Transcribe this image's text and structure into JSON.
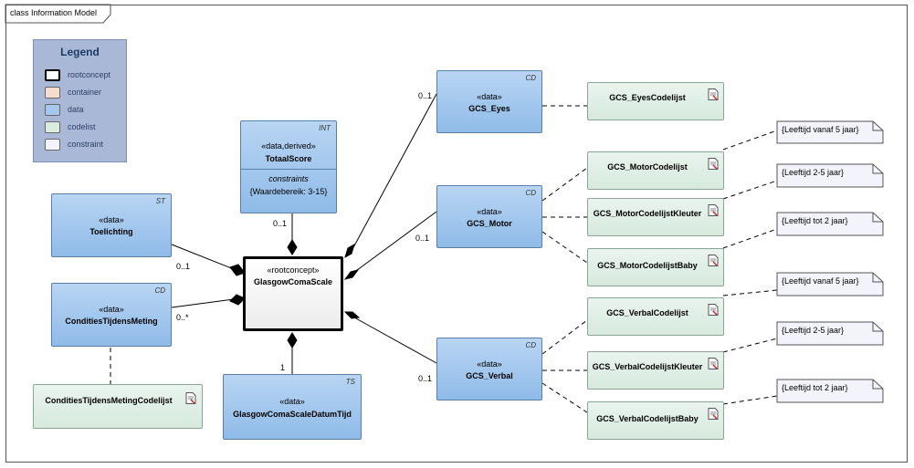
{
  "frame": {
    "title": "class Information Model"
  },
  "legend": {
    "title": "Legend",
    "items": [
      {
        "label": "rootconcept",
        "color": "#ffffff"
      },
      {
        "label": "container",
        "color": "#f4dccf"
      },
      {
        "label": "data",
        "color": "#a4c8ef"
      },
      {
        "label": "codelist",
        "color": "#d9ecdf"
      },
      {
        "label": "constraint",
        "color": "#f3f3fb"
      }
    ]
  },
  "classes": {
    "totaalscore": {
      "tag": "INT",
      "stereotype": "«data,derived»",
      "name": "TotaalScore",
      "constraints_label": "constraints",
      "constraint": "{Waardebereik: 3-15}"
    },
    "toelichting": {
      "tag": "ST",
      "stereotype": "«data»",
      "name": "Toelichting"
    },
    "condities": {
      "tag": "CD",
      "stereotype": "«data»",
      "name": "ConditiesTijdensMeting"
    },
    "root": {
      "stereotype": "«rootconcept»",
      "name": "GlasgowComaScale"
    },
    "datumtijd": {
      "tag": "TS",
      "stereotype": "«data»",
      "name": "GlasgowComaScaleDatumTijd"
    },
    "eyes": {
      "tag": "CD",
      "stereotype": "«data»",
      "name": "GCS_Eyes"
    },
    "motor": {
      "tag": "CD",
      "stereotype": "«data»",
      "name": "GCS_Motor"
    },
    "verbal": {
      "tag": "CD",
      "stereotype": "«data»",
      "name": "GCS_Verbal"
    }
  },
  "codelists": {
    "condities": "ConditiesTijdensMetingCodelijst",
    "eyes": "GCS_EyesCodelijst",
    "motor": "GCS_MotorCodelijst",
    "motor_kleuter": "GCS_MotorCodelijstKleuter",
    "motor_baby": "GCS_MotorCodelijstBaby",
    "verbal": "GCS_VerbalCodelijst",
    "verbal_kleuter": "GCS_VerbalCodelijstKleuter",
    "verbal_baby": "GCS_VerbalCodelijstBaby"
  },
  "notes": {
    "motor_5": "{Leeftijd vanaf 5 jaar}",
    "motor_2_5": "{Leeftijd 2-5 jaar}",
    "motor_tot2": "{Leeftijd tot 2 jaar}",
    "verbal_5": "{Leeftijd vanaf 5 jaar}",
    "verbal_2_5": "{Leeftijd 2-5 jaar}",
    "verbal_tot2": "{Leeftijd tot 2 jaar}"
  },
  "multiplicities": {
    "totaalscore": "0..1",
    "toelichting": "0..1",
    "condities": "0..*",
    "datumtijd": "1",
    "eyes": "0..1",
    "motor": "0..1",
    "verbal": "0..1"
  }
}
